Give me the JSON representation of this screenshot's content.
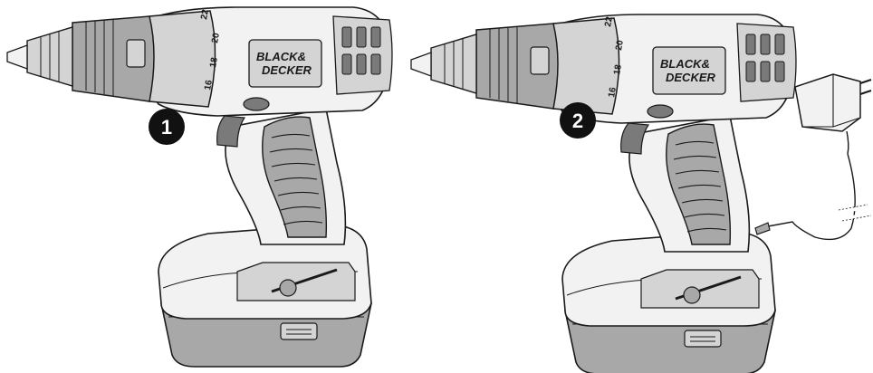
{
  "colors": {
    "line": "#1a1a1a",
    "body_light": "#f2f2f2",
    "body_mid": "#d4d4d4",
    "body_dark": "#a8a8a8",
    "shade": "#7a7a7a",
    "badge": "#111111"
  },
  "figures": [
    {
      "step": "1",
      "brand_line1": "BLACK&",
      "brand_line2": "DECKER",
      "clutch_numbers": [
        "22",
        "20",
        "18",
        "16"
      ]
    },
    {
      "step": "2",
      "brand_line1": "BLACK&",
      "brand_line2": "DECKER",
      "clutch_numbers": [
        "22",
        "20",
        "18",
        "16"
      ]
    }
  ],
  "icons": {
    "drill": "drill-icon",
    "charger": "charger-plug-icon",
    "cable": "charger-cable-icon"
  }
}
